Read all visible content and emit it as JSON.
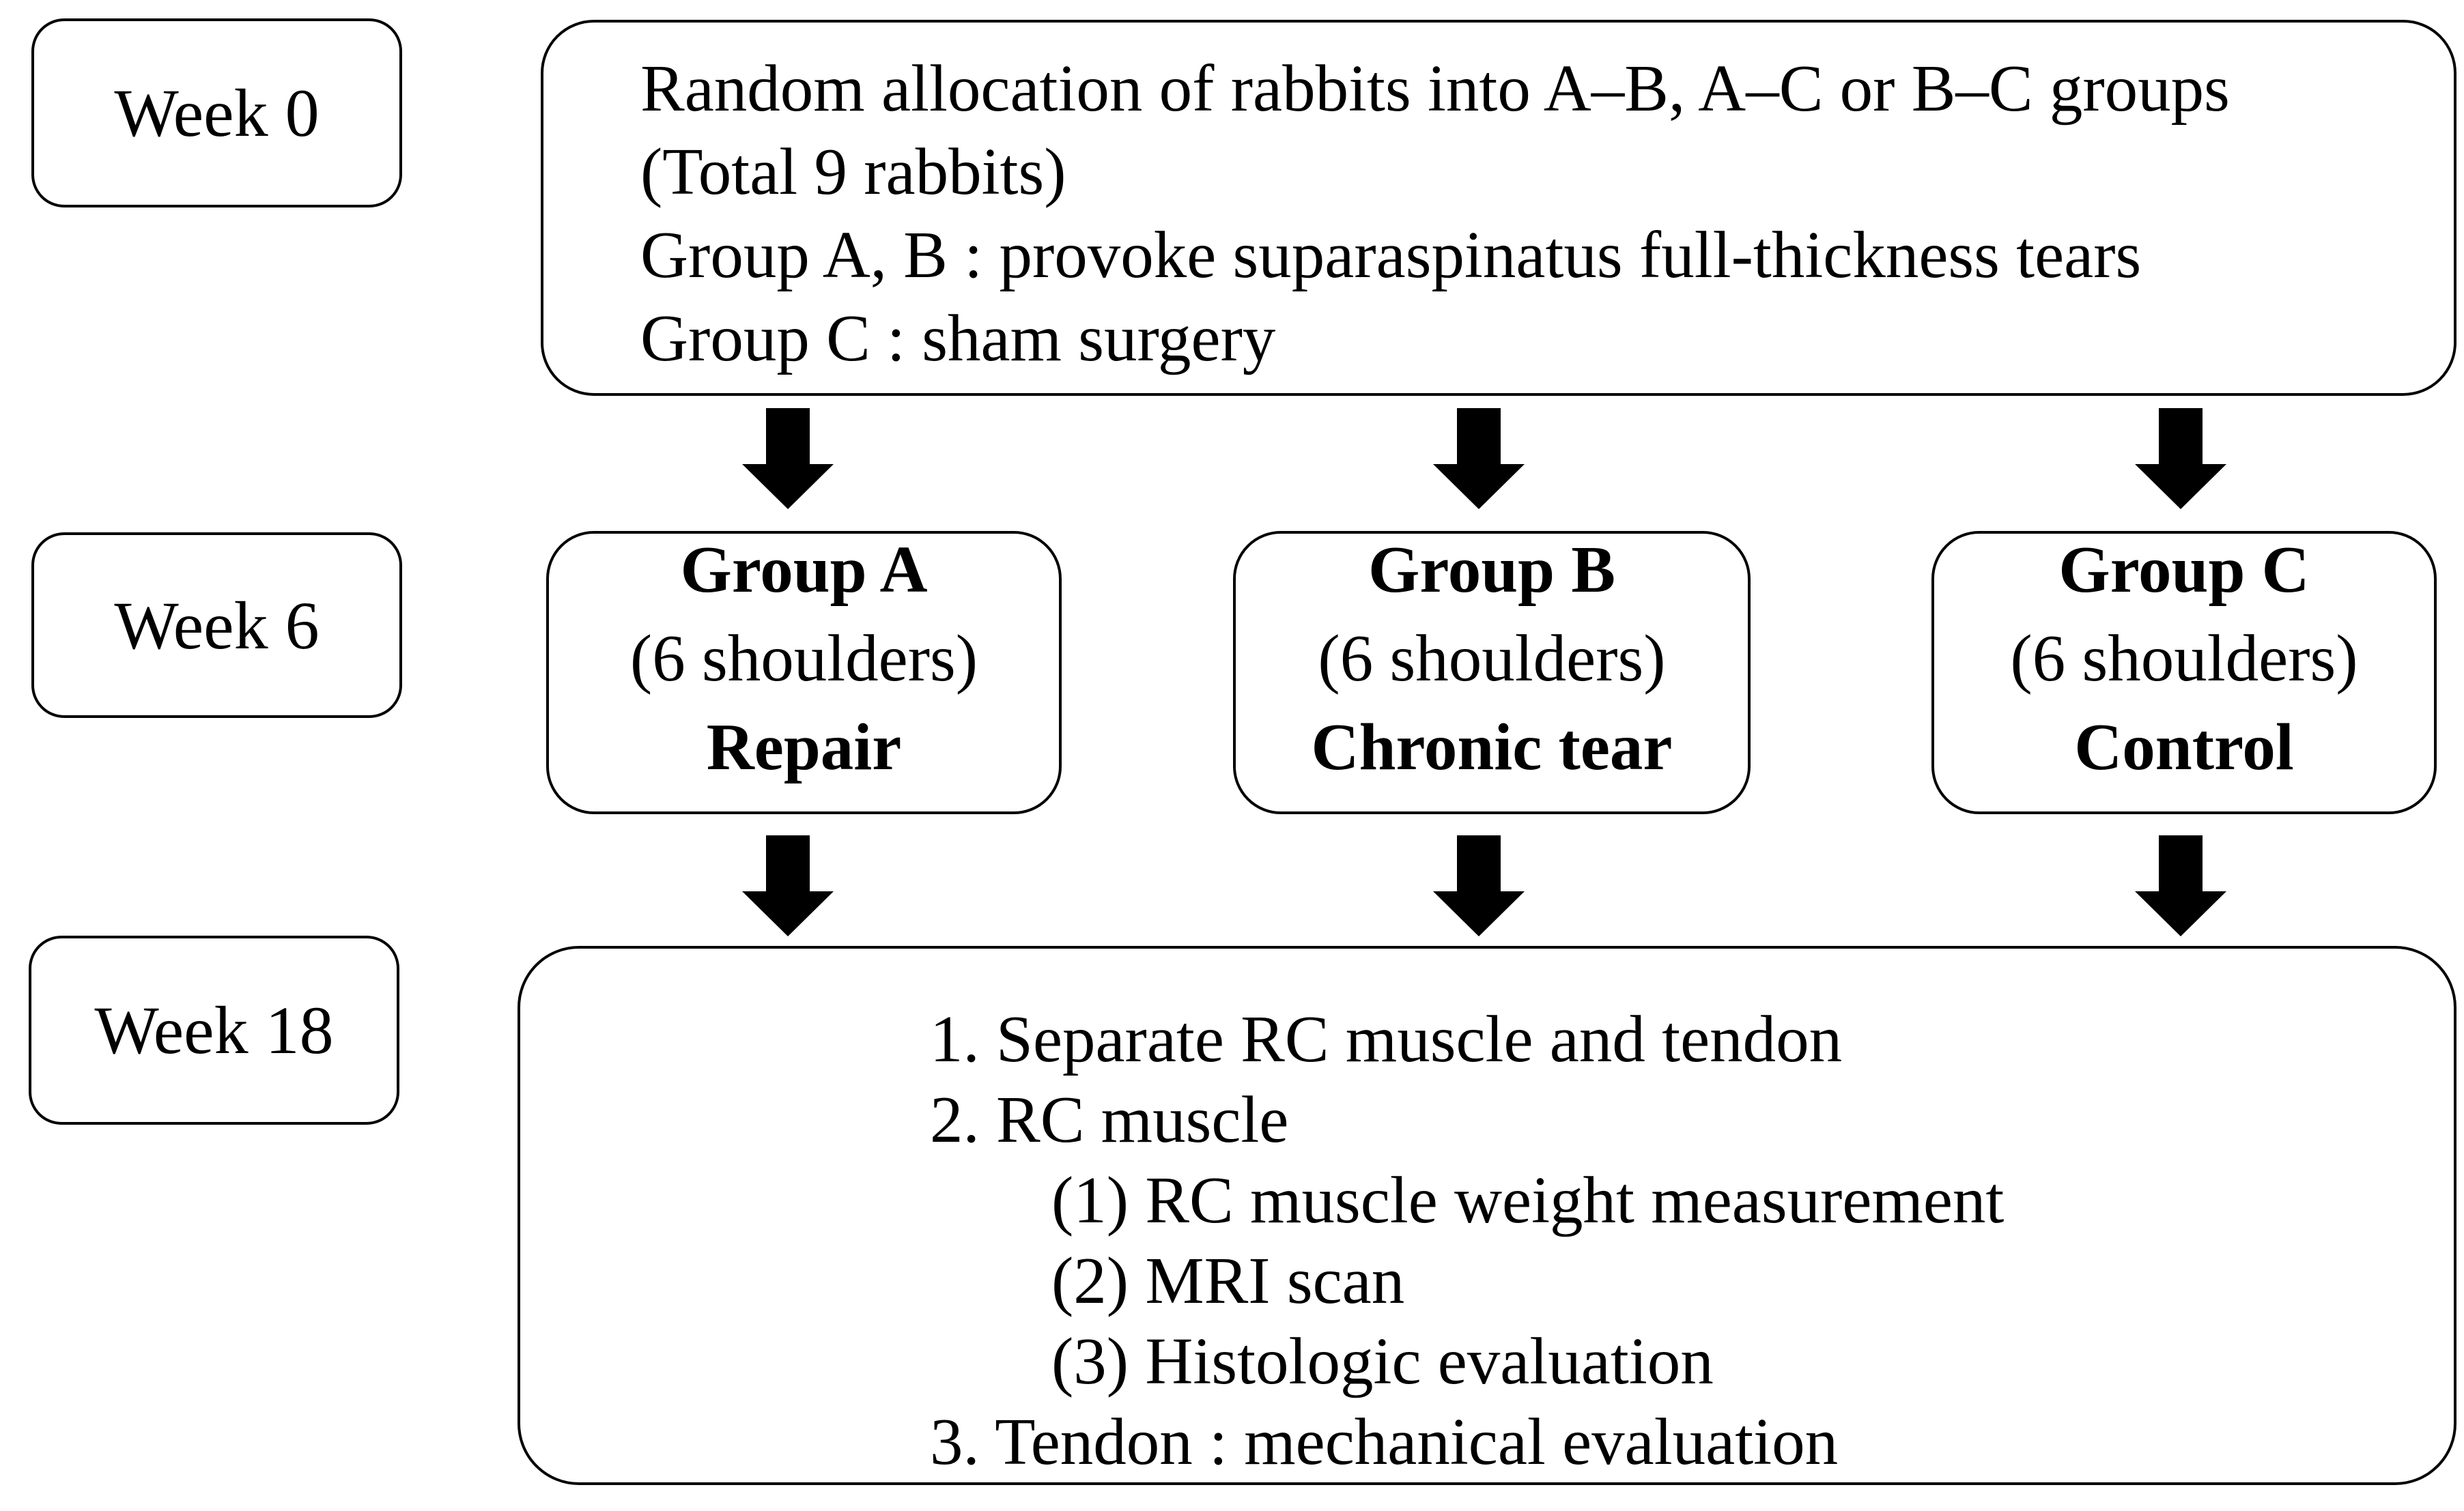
{
  "diagram": {
    "colors": {
      "background": "#ffffff",
      "border": "#000000",
      "text": "#000000",
      "arrow": "#000000"
    },
    "timeline": [
      {
        "label": "Week 0"
      },
      {
        "label": "Week 6"
      },
      {
        "label": "Week 18"
      }
    ],
    "allocation_box": {
      "lines": [
        "Random allocation of rabbits into A–B, A–C or B–C groups",
        "(Total 9 rabbits)",
        "Group A, B : provoke suparaspinatus full-thickness tears",
        "Group C : sham surgery"
      ]
    },
    "group_boxes": [
      {
        "name": "Group A",
        "size": "(6 shoulders)",
        "treatment": "Repair"
      },
      {
        "name": "Group B",
        "size": "(6 shoulders)",
        "treatment": "Chronic tear"
      },
      {
        "name": "Group C",
        "size": "(6 shoulders)",
        "treatment": "Control"
      }
    ],
    "evaluation_box": {
      "lines": [
        "1. Separate RC muscle and tendon",
        "2. RC muscle",
        "(1) RC muscle weight measurement",
        "(2) MRI scan",
        "(3) Histologic evaluation",
        "3. Tendon : mechanical evaluation"
      ]
    }
  }
}
